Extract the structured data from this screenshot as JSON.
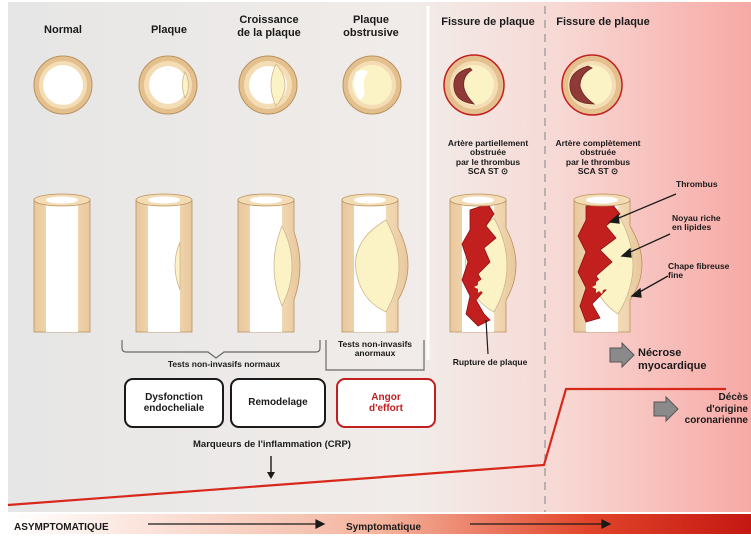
{
  "headers": {
    "normal": "Normal",
    "plaque": "Plaque",
    "croissance": "Croissance\nde la plaque",
    "obstrusive": "Plaque\nobstrusive",
    "fissure_1": "Fissure de plaque",
    "fissure_2": "Fissure de plaque"
  },
  "artery_labels": {
    "partial": "Artère partiellement\nobstruée\npar le thrombus\nSCA ST ⊙",
    "complete": "Artère complètement\nobstruée\npar le thrombus\nSCA ST ⊙"
  },
  "annotations": {
    "thrombus": "Thrombus",
    "lipid_core": "Noyau riche\nen lipides",
    "fibrous_cap": "Chape fibreuse\nfine",
    "rupture": "Rupture de plaque"
  },
  "tests": {
    "normal": "Tests non-invasifs normaux",
    "abnormal": "Tests non-invasifs\nanormaux"
  },
  "boxes": {
    "dysfunction": "Dysfonction\nendocheliale",
    "remodeling": "Remodelage",
    "angina": "Angor\nd'effort"
  },
  "markers": "Marqueurs de l'inflammation (CRP)",
  "outcomes": {
    "necrosis": "Nécrose\nmyocardique",
    "death": "Décès d'origine\ncoronarienne"
  },
  "bar": {
    "asymptomatic": "ASYMPTOMATIQUE",
    "symptomatic": "Symptomatique"
  },
  "colors": {
    "thrombus_red": "#c21f1f",
    "vessel_wall": "#f3dcb4",
    "plaque_yellow": "#fbf3c6",
    "bar_red": "#d8281c"
  }
}
